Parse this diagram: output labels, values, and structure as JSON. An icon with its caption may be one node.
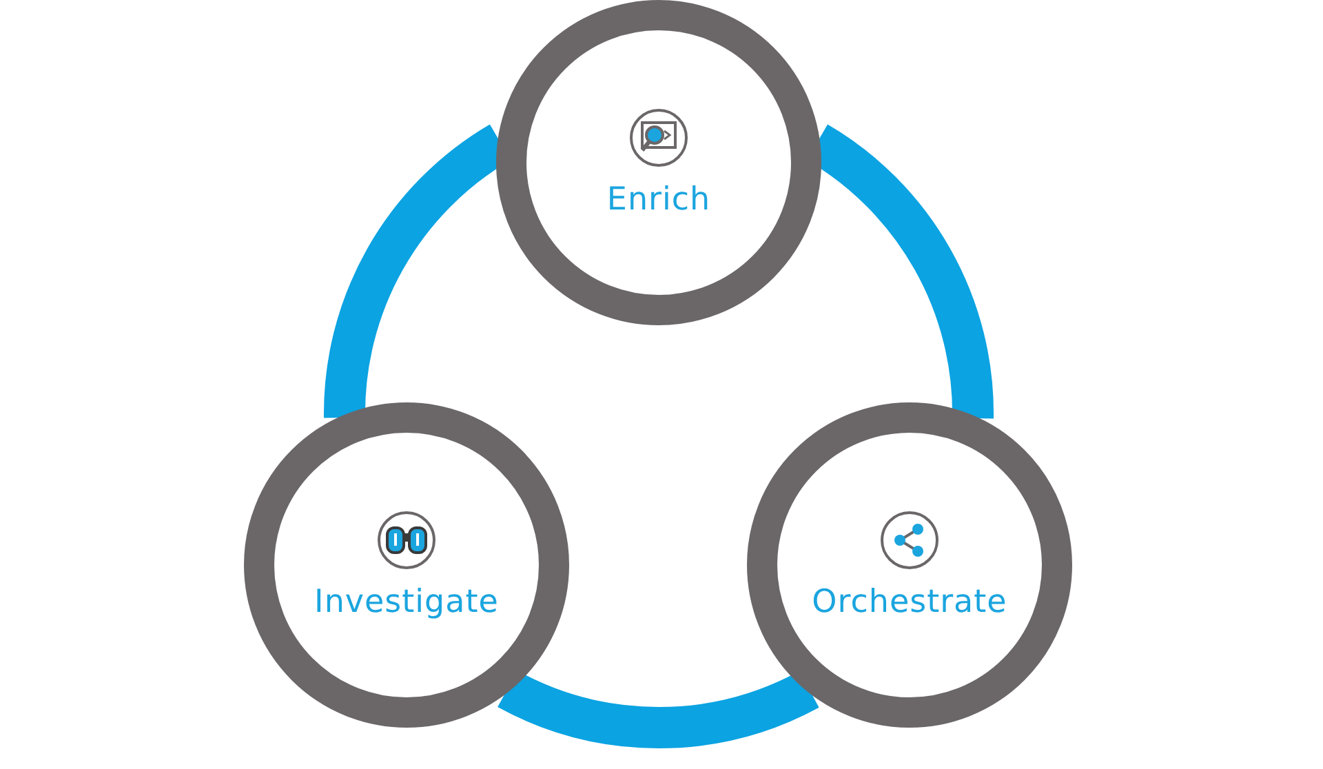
{
  "diagram": {
    "nodes": [
      {
        "text": [
          "Enrich"
        ]
      },
      {
        "text": [
          "Orchestrate"
        ]
      },
      {
        "text": [
          "Investigate"
        ]
      }
    ],
    "edges": [
      {
        "from": 0,
        "to": 1,
        "arrow": "none"
      },
      {
        "from": 1,
        "to": 2,
        "arrow": "none"
      },
      {
        "from": 2,
        "to": 0,
        "arrow": "none"
      }
    ]
  }
}
